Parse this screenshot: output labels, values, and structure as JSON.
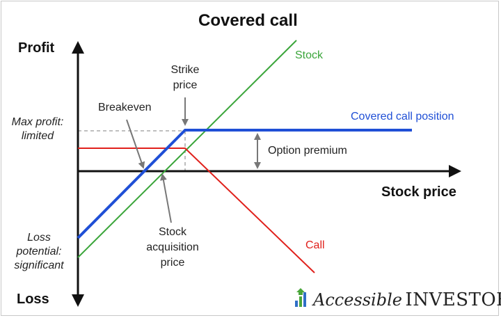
{
  "title": "Covered call",
  "axes": {
    "y_top": "Profit",
    "y_bottom": "Loss",
    "x": "Stock price"
  },
  "side_labels": {
    "max_profit": [
      "Max profit:",
      "limited"
    ],
    "loss_potential": [
      "Loss",
      "potential:",
      "significant"
    ]
  },
  "annotations": {
    "strike": [
      "Strike",
      "price"
    ],
    "breakeven": "Breakeven",
    "option_premium": "Option premium",
    "stock_acquisition": [
      "Stock",
      "acquisition",
      "price"
    ]
  },
  "series": [
    {
      "name": "Stock",
      "color": "#3aa53a"
    },
    {
      "name": "Covered call position",
      "color": "#1f4fd6"
    },
    {
      "name": "Call",
      "color": "#e0201b"
    }
  ],
  "brand": {
    "accessible": "Accessible",
    "investor": "INVESTOR",
    "bar_colors": [
      "#2f6fc6",
      "#4aa63a",
      "#2f6fc6"
    ]
  }
}
